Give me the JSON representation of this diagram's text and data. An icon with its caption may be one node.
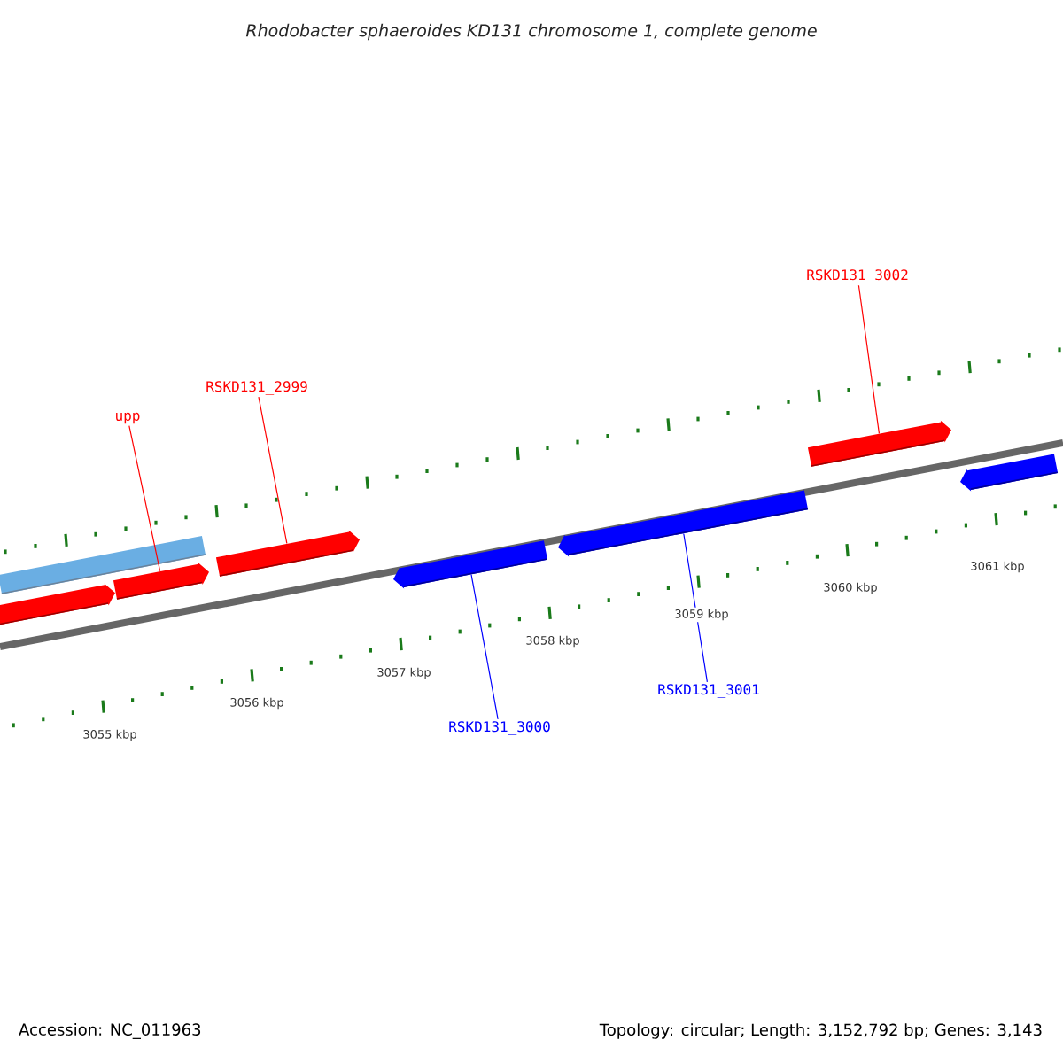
{
  "diagram": {
    "title": "Rhodobacter sphaeroides KD131 chromosome 1, complete genome",
    "nodes": [
      {
        "text": [],
        "shape": "bar"
      },
      {
        "text": [],
        "shape": "bar"
      },
      {
        "text": [],
        "shape": "bar"
      },
      {
        "text": [],
        "shape": "bar"
      },
      {
        "text": [],
        "shape": "bar"
      },
      {
        "text": [],
        "shape": "bar"
      },
      {
        "text": [],
        "shape": "bar"
      },
      {
        "text": [],
        "shape": "bar"
      },
      {
        "text": [
          "upp"
        ]
      },
      {
        "text": [
          "RSKD131_2999"
        ]
      },
      {
        "text": [
          "RSKD131_3002"
        ]
      },
      {
        "text": [
          "RSKD131_3000"
        ]
      },
      {
        "text": [
          "RSKD131_3001"
        ]
      }
    ],
    "edges": [
      {
        "from": 8,
        "to": 2,
        "arrow": "none"
      },
      {
        "from": 9,
        "to": 3,
        "arrow": "none"
      },
      {
        "from": 10,
        "to": 6,
        "arrow": "none"
      },
      {
        "from": 11,
        "to": 4,
        "arrow": "none",
        "color": "#0000ff"
      },
      {
        "from": 12,
        "to": 5,
        "arrow": "none",
        "color": "#0000ff"
      }
    ],
    "labels": [
      "3055 kbp",
      "3056 kbp",
      "3057 kbp",
      "3058 kbp",
      "3059 kbp",
      "3060 kbp",
      "3061 kbp",
      "Accession: NC_011963",
      "Topology: circular; Length: 3,152,792 bp; Genes: 3,143"
    ]
  }
}
